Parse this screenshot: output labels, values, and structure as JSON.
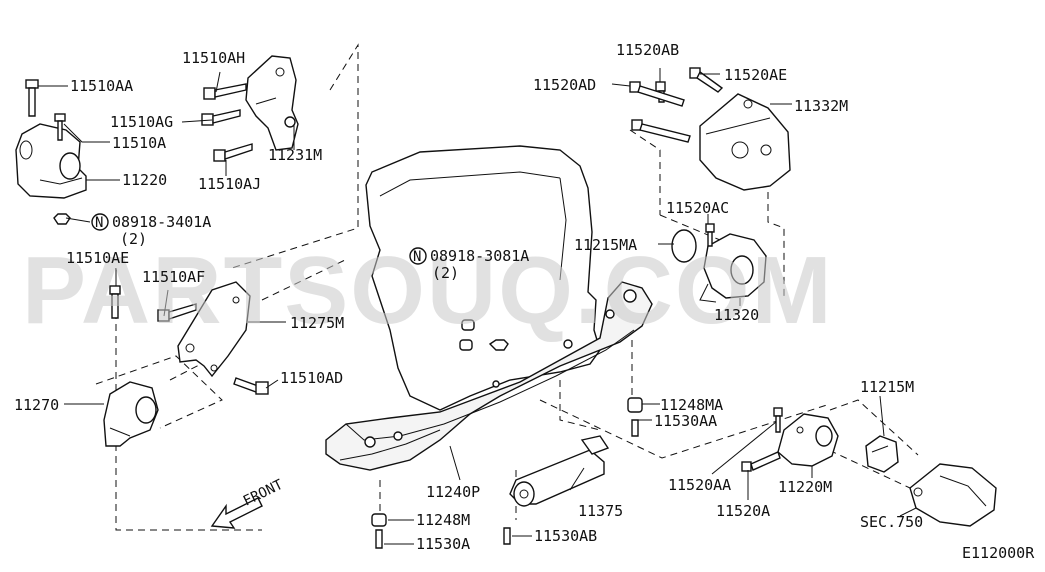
{
  "watermark": "PARTSOUQ.COM",
  "diagram_code": "E112000R",
  "direction_label": "FRONT",
  "parts": {
    "p11510AA": "11510AA",
    "p11510A": "11510A",
    "p11220": "11220",
    "nut1_code": "08918-3401A",
    "nut1_qty": "(2)",
    "p11510AE": "11510AE",
    "p11510AF": "11510AF",
    "p11275M": "11275M",
    "p11270": "11270",
    "p11510AD": "11510AD",
    "p11510AH": "11510AH",
    "p11510AG": "11510AG",
    "p11231M": "11231M",
    "p11510AJ": "11510AJ",
    "nut2_code": "08918-3081A",
    "nut2_qty": "(2)",
    "p11520AB": "11520AB",
    "p11520AD": "11520AD",
    "p11520AE": "11520AE",
    "p11332M": "11332M",
    "p11520AC": "11520AC",
    "p11215MA": "11215MA",
    "p11320": "11320",
    "p11248MA": "11248MA",
    "p11530AA": "11530AA",
    "p11215M": "11215M",
    "p11240P": "11240P",
    "p11375": "11375",
    "p11520AA": "11520AA",
    "p11220M": "11220M",
    "p11520A": "11520A",
    "sec750": "SEC.750",
    "p11248M": "11248M",
    "p11530A": "11530A",
    "p11530AB": "11530AB"
  }
}
